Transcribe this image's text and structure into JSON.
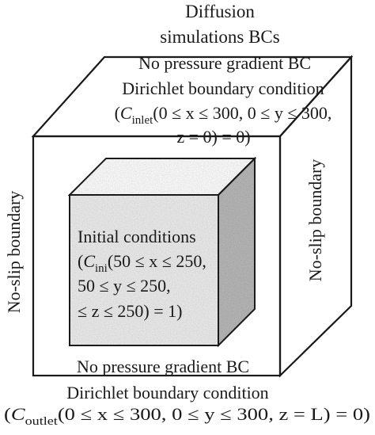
{
  "diagram": {
    "header": {
      "line1": "Diffusion",
      "line2": "simulations BCs"
    },
    "top_face": {
      "label": "No pressure gradient BC"
    },
    "inlet": {
      "title": "Dirichlet boundary condition",
      "line1_open": "(",
      "line1_var": "C",
      "line1_sub": "inlet",
      "line1_rest": "(0 ≤ x ≤ 300, 0 ≤ y ≤ 300,",
      "line2": "z = 0) = 0)"
    },
    "left_face": {
      "label": "No-slip boundary"
    },
    "right_face": {
      "label": "No-slip boundary"
    },
    "initial": {
      "title": "Initial conditions",
      "line1_open": "(",
      "line1_var": "C",
      "line1_sub": "ini",
      "line1_rest": "(50 ≤ x ≤ 250,",
      "line2": "50 ≤ y ≤ 250,",
      "line3": "≤ z ≤ 250) = 1)"
    },
    "bottom_face": {
      "label": "No pressure gradient BC"
    },
    "outlet": {
      "title": "Dirichlet boundary condition",
      "line1_open": "(",
      "line1_var": "C",
      "line1_sub": "outlet",
      "line1_rest": "(0 ≤ x ≤ 300, 0 ≤ y ≤ 300, z = L) = 0)"
    }
  }
}
